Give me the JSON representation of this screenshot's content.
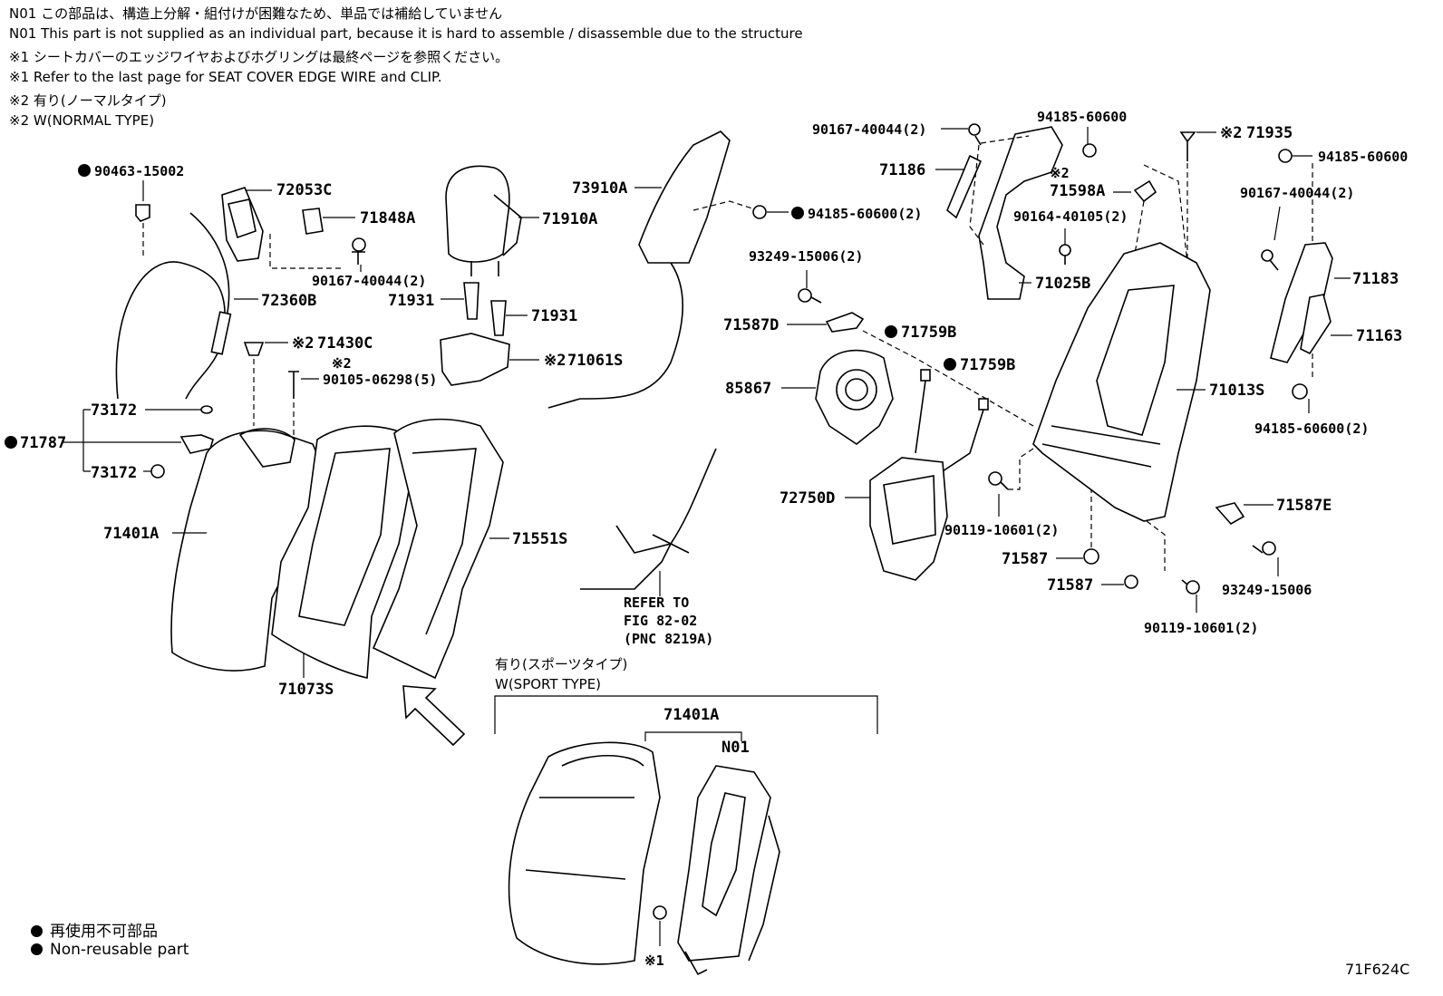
{
  "notes": [
    "N01 この部品は、構造上分解・組付けが困難なため、単品では補給していません",
    "N01 This part is not supplied as an individual part, because it is hard to assemble / disassemble due to the structure",
    "※1 シートカバーのエッジワイヤおよびホグリングは最終ページを参照ください。",
    "※1 Refer to the last page for SEAT COVER EDGE WIRE and CLIP.",
    "※2 有り(ノーマルタイプ)",
    "※2 W(NORMAL TYPE)"
  ],
  "labels": {
    "p90463": "90463-15002",
    "p72053C": "72053C",
    "p71848A": "71848A",
    "p90167a": "90167-40044(2)",
    "p72360B": "72360B",
    "p71910A": "71910A",
    "p71931a": "71931",
    "p71931b": "71931",
    "p71430C": "71430C",
    "p90105": "90105-06298(5)",
    "p71061S": "71061S",
    "p73172a": "73172",
    "p71787": "71787",
    "p73172b": "73172",
    "p71401A": "71401A",
    "p71551S": "71551S",
    "p71073S": "71073S",
    "p73910A": "73910A",
    "p94185a": "94185-60600(2)",
    "p93249a": "93249-15006(2)",
    "p71587D": "71587D",
    "p71759Ba": "71759B",
    "p71759Bb": "71759B",
    "p85867": "85867",
    "p72750D": "72750D",
    "p90119a": "90119-10601(2)",
    "p71587a": "71587",
    "p71587b": "71587",
    "p90167b": "90167-40044(2)",
    "p94185b": "94185-60600",
    "p71186": "71186",
    "p71598A": "71598A",
    "p90164": "90164-40105(2)",
    "p71025B": "71025B",
    "p71935": "71935",
    "p94185c": "94185-60600",
    "p90167c": "90167-40044(2)",
    "p71183": "71183",
    "p71163": "71163",
    "p71013S": "71013S",
    "p94185d": "94185-60600(2)",
    "p71587E": "71587E",
    "p93249b": "93249-15006",
    "p90119b": "90119-10601(2)",
    "refer1": "REFER TO",
    "refer2": "FIG 82-02",
    "refer3": "(PNC 8219A)",
    "sport1": "有り(スポーツタイプ)",
    "sport2": "W(SPORT TYPE)",
    "p71401A_sport": "71401A",
    "pN01": "N01",
    "mark1": "※1",
    "mark2": "※2",
    "mark2b": "※2",
    "mark2c": "※2",
    "mark2d": "※2",
    "mark2e": "※2"
  },
  "legend": {
    "jp": "再使用不可部品",
    "en": "Non-reusable part"
  },
  "figure_code": "71F624C"
}
